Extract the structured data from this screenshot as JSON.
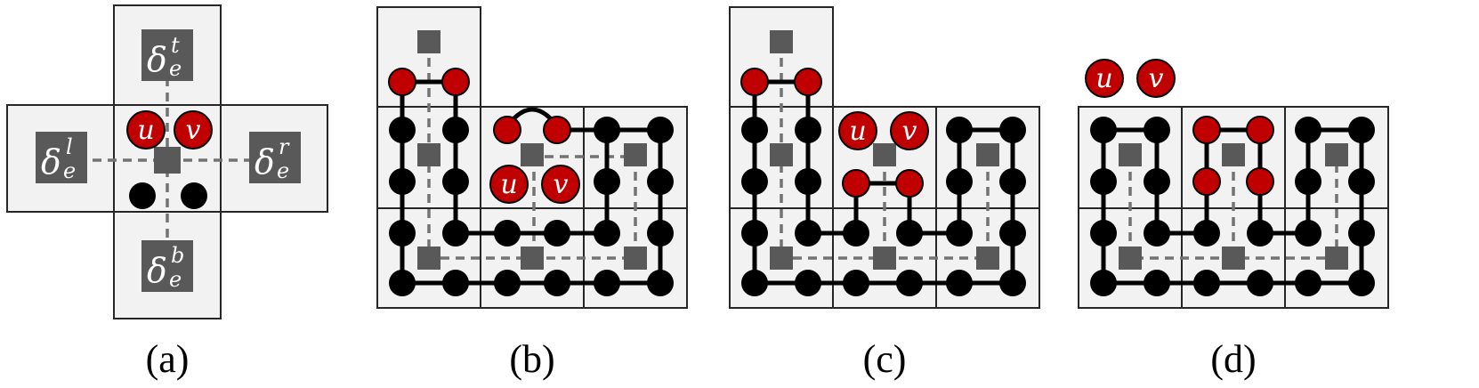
{
  "panels": {
    "a": {
      "caption": "(a)",
      "labels": {
        "top": {
          "base": "δ",
          "sup": "t",
          "sub": "e"
        },
        "left": {
          "base": "δ",
          "sup": "l",
          "sub": "e"
        },
        "right": {
          "base": "δ",
          "sup": "r",
          "sub": "e"
        },
        "bottom": {
          "base": "δ",
          "sup": "b",
          "sub": "e"
        }
      },
      "u": "u",
      "v": "v"
    },
    "b": {
      "caption": "(b)",
      "u": "u",
      "v": "v"
    },
    "c": {
      "caption": "(c)",
      "u": "u",
      "v": "v"
    },
    "d": {
      "caption": "(d)",
      "u": "u",
      "v": "v"
    }
  },
  "colors": {
    "cell_fill": "#f2f2f2",
    "square": "#595959",
    "red_node": "#c00000",
    "black_node": "#000000",
    "dashed_link": "#737373"
  }
}
